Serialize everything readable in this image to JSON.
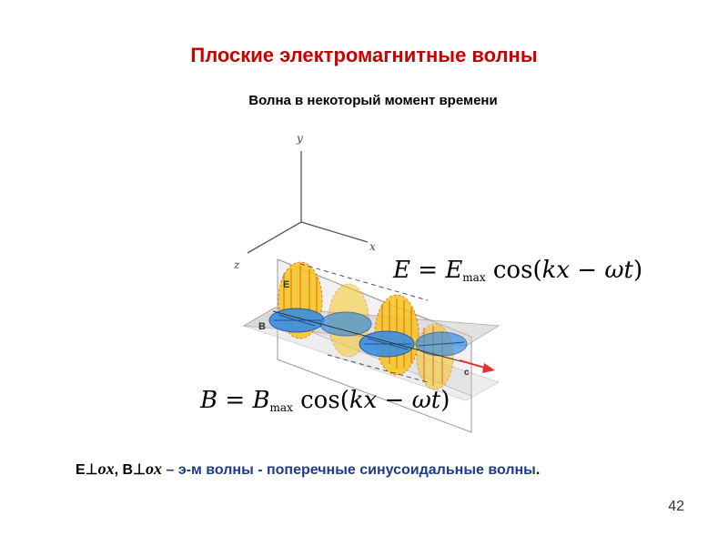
{
  "title": "Плоские электромагнитные волны",
  "subtitle": "Волна в некоторый момент времени",
  "diagram": {
    "axis_y": "y",
    "axis_x": "x",
    "axis_z": "z",
    "label_E": "E",
    "label_B": "B",
    "label_c": "c",
    "colors": {
      "e_field": "#f5c518",
      "e_arrow": "#e8661c",
      "b_field": "#3a8fe0",
      "b_arrow": "#1b4f9e",
      "plane": "#cfcfcf",
      "propagation": "#e03030"
    }
  },
  "formula_E": {
    "lhs": "E",
    "amp": "E",
    "sub": "max",
    "fn": "cos",
    "arg": "kx − ωt"
  },
  "formula_B": {
    "lhs": "B",
    "amp": "B",
    "sub": "max",
    "fn": "cos",
    "arg": "kx − ωt"
  },
  "statement": {
    "e": "E",
    "perp": "⊥",
    "ox": "ox",
    "comma": ",",
    "b": "B",
    "dash": " – ",
    "text": "э-м волны - поперечные синусоидальные волны",
    "dot": "."
  },
  "page_number": "42"
}
